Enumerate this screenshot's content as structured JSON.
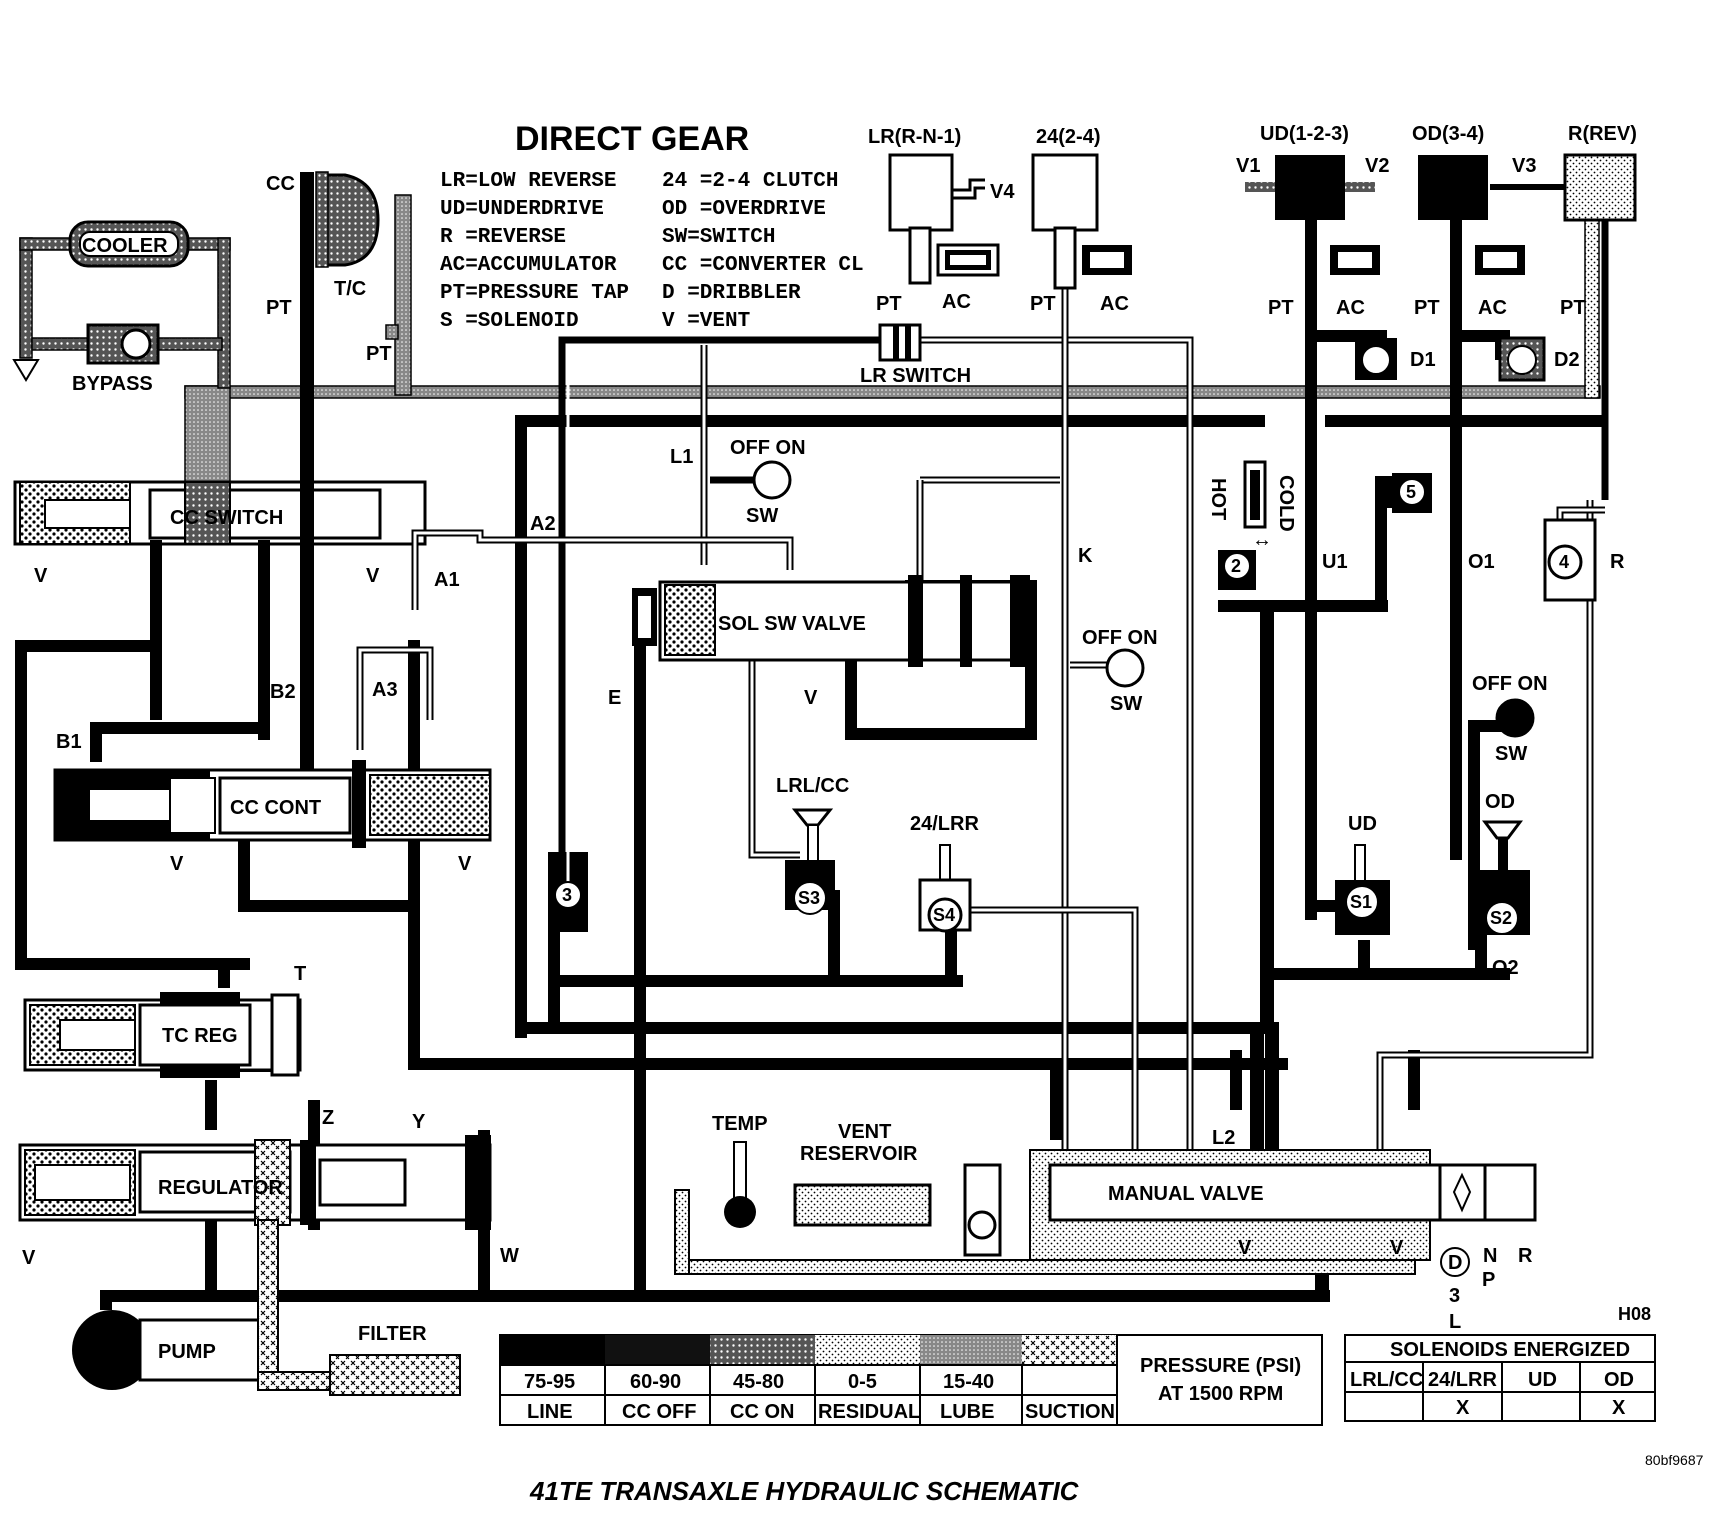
{
  "title": "DIRECT GEAR",
  "caption": "41TE TRANSAXLE HYDRAULIC SCHEMATIC",
  "figure_id": "80bf9687",
  "code": "H08",
  "legend_left": [
    "LR=LOW REVERSE",
    "UD=UNDERDRIVE",
    "R  =REVERSE",
    "AC=ACCUMULATOR",
    "PT=PRESSURE TAP",
    "S  =SOLENOID"
  ],
  "legend_right": [
    "24 =2-4 CLUTCH",
    "OD =OVERDRIVE",
    "SW=SWITCH",
    "CC =CONVERTER CL",
    "D  =DRIBBLER",
    "V  =VENT"
  ],
  "clutches": {
    "lr": "LR(R-N-1)",
    "c24": "24(2-4)",
    "ud": "UD(1-2-3)",
    "od": "OD(3-4)",
    "rev": "R(REV)"
  },
  "components": {
    "cooler": "COOLER",
    "bypass": "BYPASS",
    "tc": "T/C",
    "cc_switch": "CC SWITCH",
    "cc_cont": "CC CONT",
    "tc_reg": "TC REG",
    "regulator": "REGULATOR",
    "pump": "PUMP",
    "filter": "FILTER",
    "sol_sw_valve": "SOL SW VALVE",
    "lr_switch": "LR SWITCH",
    "manual_valve": "MANUAL VALVE",
    "temp": "TEMP",
    "vent_reservoir_1": "VENT",
    "vent_reservoir_2": "RESERVOIR"
  },
  "labels": {
    "cc": "CC",
    "pt": "PT",
    "ac": "AC",
    "v": "V",
    "sw": "SW",
    "off_on": "OFF ON",
    "a1": "A1",
    "a2": "A2",
    "a3": "A3",
    "b1": "B1",
    "b2": "B2",
    "e": "E",
    "k": "K",
    "l1": "L1",
    "l2": "L2",
    "u1": "U1",
    "o1": "O1",
    "o2": "O2",
    "r": "R",
    "t": "T",
    "w": "W",
    "y": "Y",
    "z": "Z",
    "v1": "V1",
    "v2": "V2",
    "v3": "V3",
    "v4": "V4",
    "d1": "D1",
    "d2": "D2",
    "hot": "HOT",
    "cold": "COLD",
    "s1": "S1",
    "s2": "S2",
    "s3": "S3",
    "s4": "S4",
    "lrl_cc": "LRL/CC",
    "lr24": "24/LRR",
    "ud": "UD",
    "od": "OD",
    "ball2": "2",
    "ball3": "3",
    "ball4": "4",
    "ball5": "5",
    "gear_d": "D",
    "gear_n": "N",
    "gear_r": "R",
    "gear_p": "P",
    "gear_3": "3",
    "gear_l": "L"
  },
  "pressure_table": {
    "values": [
      "75-95",
      "60-90",
      "45-80",
      "0-5",
      "15-40",
      ""
    ],
    "names": [
      "LINE",
      "CC OFF",
      "CC ON",
      "RESIDUAL",
      "LUBE",
      "SUCTION"
    ],
    "note_1": "PRESSURE (PSI)",
    "note_2": "AT 1500 RPM"
  },
  "solenoid_table": {
    "title": "SOLENOIDS ENERGIZED",
    "headers": [
      "LRL/CC",
      "24/LRR",
      "UD",
      "OD"
    ],
    "marks": [
      "",
      "X",
      "",
      "X"
    ]
  }
}
